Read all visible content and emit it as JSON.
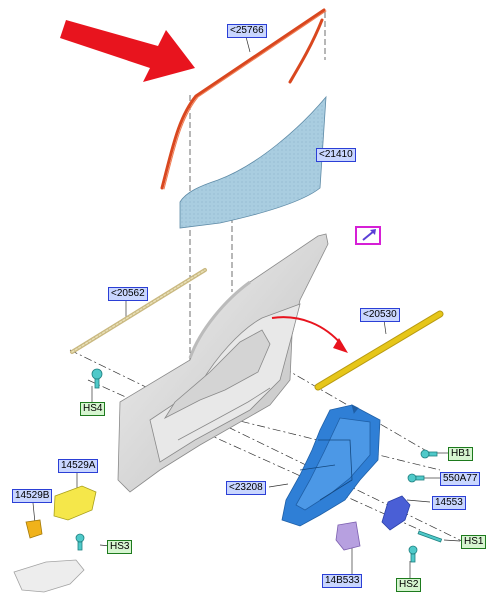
{
  "callouts": {
    "glass_run": "<25766",
    "window_glass": "<21410",
    "inner_belt": "<20562",
    "outer_belt": "<20530",
    "window_regulator": "<23208",
    "handle_14529A": "14529A",
    "handle_14529B": "14529B",
    "part_14553": "14553",
    "part_14B533": "14B533",
    "part_550A77": "550A77",
    "screw_HB1": "HB1",
    "screw_HS1": "HS1",
    "screw_HS2": "HS2",
    "screw_HS3": "HS3",
    "screw_HS4": "HS4"
  },
  "icons": {
    "reference_link": "arrow-link-icon",
    "pointer": "red-arrow-icon"
  },
  "colors": {
    "callout_blue": "#c9d6ff",
    "callout_green": "#d6f5d0",
    "glass_run_red": "#d9471f",
    "pointer_red": "#e8141e",
    "glass_blue": "#a9cde0",
    "regulator_blue": "#2f7fd6",
    "belt_yellow": "#e6c619",
    "reference_magenta": "#d61fd6"
  }
}
